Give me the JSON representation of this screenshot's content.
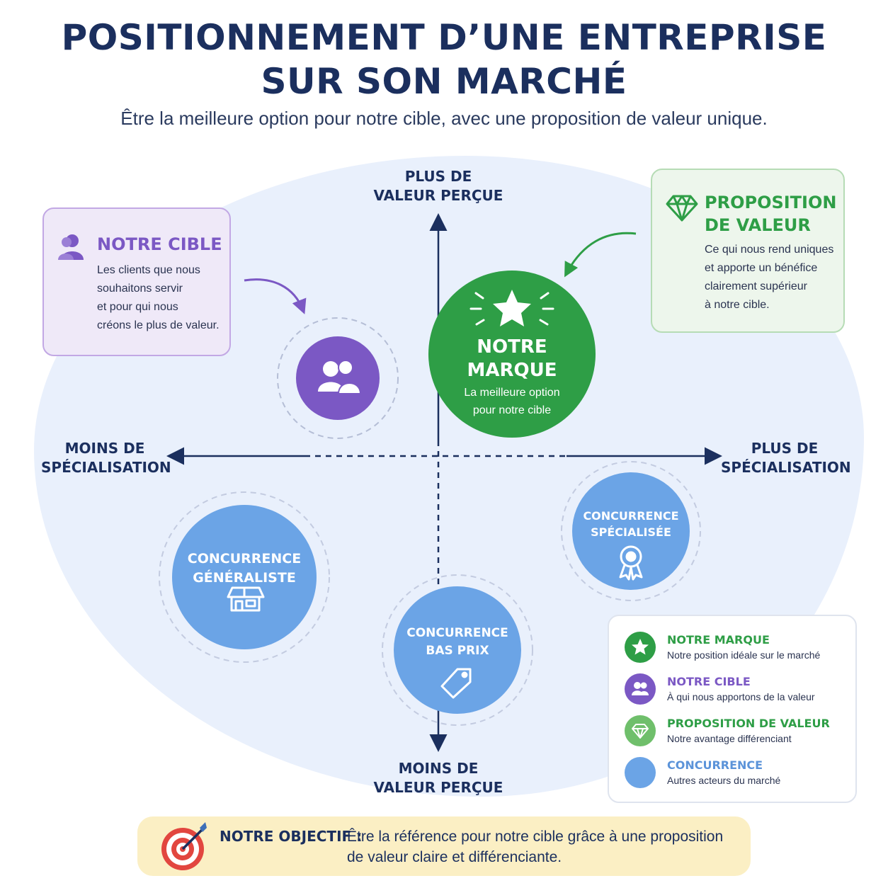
{
  "header": {
    "title_line1": "POSITIONNEMENT D’UNE ENTREPRISE",
    "title_line2": "SUR SON MARCHÉ",
    "subtitle": "Être la meilleure option pour notre cible, avec une proposition de valeur unique."
  },
  "axes": {
    "top_line1": "PLUS DE",
    "top_line2": "VALEUR PERÇUE",
    "bottom_line1": "MOINS DE",
    "bottom_line2": "VALEUR PERÇUE",
    "left_line1": "MOINS DE",
    "left_line2": "SPÉCIALISATION",
    "right_line1": "PLUS DE",
    "right_line2": "SPÉCIALISATION"
  },
  "cards": {
    "target": {
      "title": "NOTRE CIBLE",
      "lines": [
        "Les clients que nous",
        "souhaitons servir",
        "et pour qui nous",
        "créons le plus de valeur."
      ],
      "icon": "users-icon"
    },
    "value": {
      "title_line1": "PROPOSITION",
      "title_line2": "DE VALEUR",
      "lines": [
        "Ce qui nous rend uniques",
        "et apporte un bénéfice",
        "clairement supérieur",
        "à notre cible."
      ],
      "icon": "diamond-icon"
    }
  },
  "nodes": {
    "brand": {
      "line1": "NOTRE",
      "line2": "MARQUE",
      "sub1": "La meilleure option",
      "sub2": "pour notre cible",
      "icon": "star-icon"
    },
    "generalist": {
      "line1": "CONCURRENCE",
      "line2": "GÉNÉRALISTE",
      "icon": "store-icon"
    },
    "specialized": {
      "line1": "CONCURRENCE",
      "line2": "SPÉCIALISÉE",
      "icon": "award-icon"
    },
    "lowprice": {
      "line1": "CONCURRENCE",
      "line2": "BAS PRIX",
      "icon": "price-tag-icon"
    }
  },
  "legend": [
    {
      "title": "NOTRE MARQUE",
      "desc": "Notre position idéale sur le marché",
      "color": "#2e9e46"
    },
    {
      "title": "NOTRE CIBLE",
      "desc": "À qui nous apportons de la valeur",
      "color": "#7b58c4"
    },
    {
      "title": "PROPOSITION DE VALEUR",
      "desc": "Notre avantage différenciant",
      "color": "#2e9e46"
    },
    {
      "title": "CONCURRENCE",
      "desc": "Autres acteurs du marché",
      "color": "#5b93d9"
    }
  ],
  "objective": {
    "label": "NOTRE OBJECTIF :",
    "line1": "Être la référence pour notre cible grâce à une proposition",
    "line2": "de valeur claire et différenciante.",
    "icon": "target-icon"
  },
  "colors": {
    "navy": "#1b2f5e",
    "green": "#2e9e46",
    "purple": "#7b58c4",
    "blue": "#6ba4e6",
    "blob": "#e9f0fc",
    "objective_bg": "#fbefc4"
  }
}
